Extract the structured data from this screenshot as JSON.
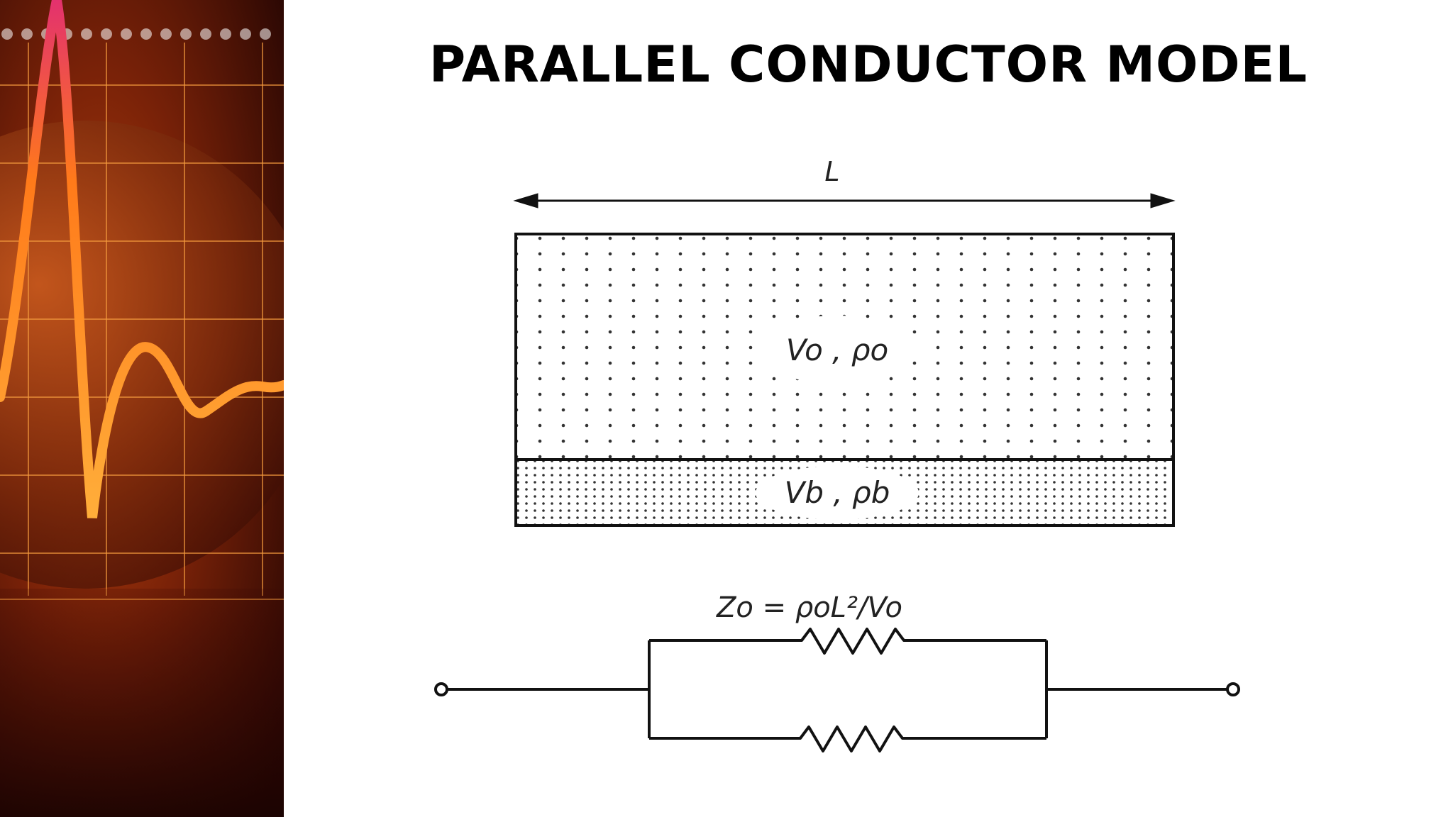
{
  "slide": {
    "title": "PARALLEL CONDUCTOR MODEL"
  },
  "diagram": {
    "length_label": "L",
    "upper_region": {
      "label": "Vo , ρo"
    },
    "lower_region": {
      "label": "Vb , ρb"
    },
    "formula": "Zo = ρoL²/Vo"
  },
  "theme": {
    "side_panel_bg": "#5a1406",
    "grid_color": "#f39a3e",
    "waveform_color": "#ff8a1a",
    "waveform_peak_color": "#e3316e"
  }
}
